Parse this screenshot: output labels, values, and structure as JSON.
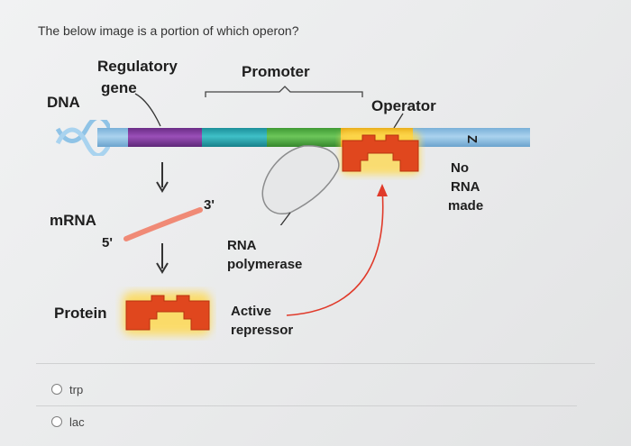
{
  "question": {
    "text": "The below image is a portion of which operon?"
  },
  "figure": {
    "labels": {
      "dna": "DNA",
      "regulatory": "Regulatory",
      "gene": "gene",
      "promoter": "Promoter",
      "operator": "Operator",
      "z": "Z",
      "no": "No",
      "rna": "RNA",
      "made": "made",
      "mrna": "mRNA",
      "five_prime": "5'",
      "three_prime": "3'",
      "rna_poly_1": "RNA",
      "rna_poly_2": "polymerase",
      "protein": "Protein",
      "active": "Active",
      "repressor": "repressor"
    },
    "colors": {
      "regulatory_gene": "#7b3a9a",
      "promoter_a": "#2aa6b0",
      "promoter_b": "#4fae42",
      "operator": "#f0b92a",
      "repressor": "#e0471e",
      "glow": "#ffd84a",
      "dna_strand": "#8fc3e6",
      "rna_polymerase": "#e6e7e8",
      "mrna": "#f08a76",
      "arrow_red": "#e03a2a"
    }
  },
  "answers": {
    "options": [
      {
        "label": "trp"
      },
      {
        "label": "lac"
      }
    ]
  }
}
